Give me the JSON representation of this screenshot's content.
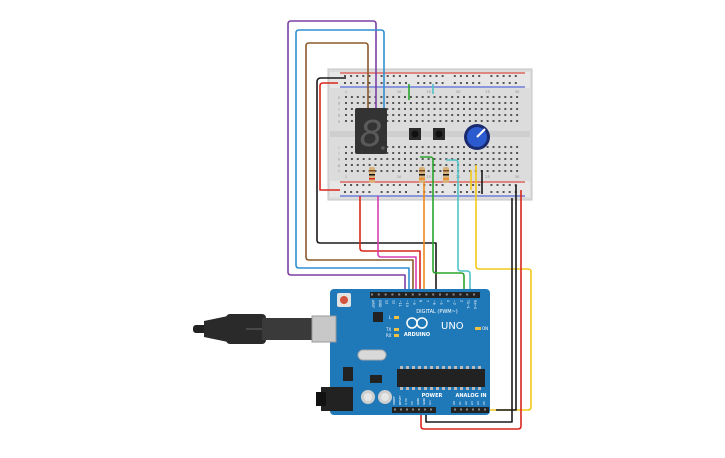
{
  "board": {
    "brand": "ARDUINO",
    "model": "UNO",
    "digital_header_label": "DIGITAL (PWM~)",
    "power_label": "POWER",
    "analog_label": "ANALOG IN",
    "led_l": "L",
    "led_tx": "TX",
    "led_rx": "RX",
    "led_on": "ON",
    "digital_pins": [
      "AREF",
      "GND",
      "13",
      "12",
      "~11",
      "~10",
      "~9",
      "8",
      "7",
      "~6",
      "~5",
      "4",
      "~3",
      "2",
      "TX→1",
      "RX←0"
    ],
    "power_pins": [
      "IOREF",
      "RESET",
      "3.3V",
      "5V",
      "GND",
      "GND",
      "Vin"
    ],
    "analog_pins": [
      "A0",
      "A1",
      "A2",
      "A3",
      "A4",
      "A5"
    ]
  },
  "breadboard": {
    "column_numbers": [
      "1",
      "5",
      "10",
      "15",
      "20",
      "25",
      "30"
    ],
    "row_letters_top": [
      "a",
      "b",
      "c",
      "d",
      "e"
    ],
    "row_letters_bottom": [
      "f",
      "g",
      "h",
      "i",
      "j"
    ]
  },
  "display": {
    "digit": "8"
  },
  "colors": {
    "board_blue": "#1f78b8",
    "wire_red": "#d9261c",
    "wire_black": "#1a1a1a",
    "wire_yellow": "#f2c81a",
    "wire_green": "#2aa52a",
    "wire_teal": "#4fc3c7",
    "wire_purple": "#7b3fa6",
    "wire_blue": "#2f8fd0",
    "wire_brown": "#8a5a2b",
    "wire_orange": "#f08a1c",
    "wire_magenta": "#d63fb0"
  },
  "icons": [
    "usb-cable-icon",
    "potentiometer-icon",
    "pushbutton-icon",
    "resistor-icon",
    "seven-segment-display-icon"
  ]
}
